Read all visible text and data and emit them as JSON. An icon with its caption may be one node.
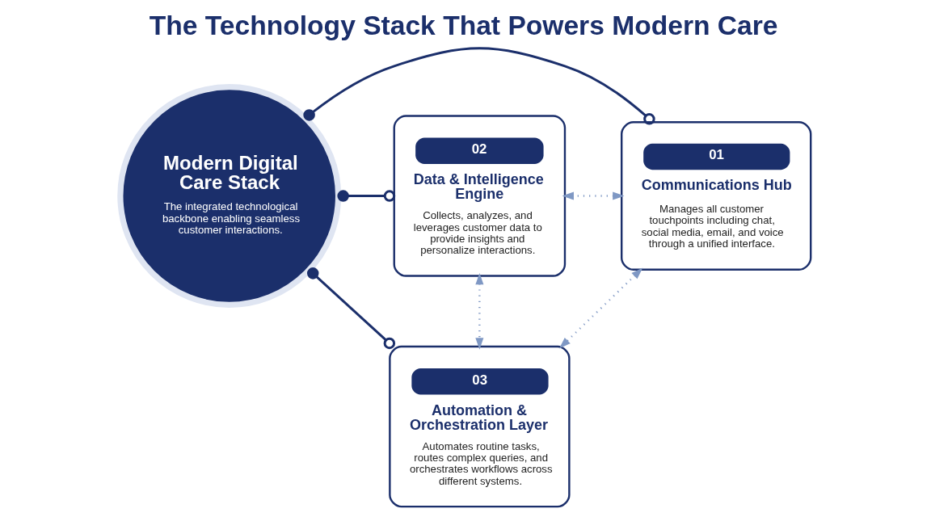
{
  "diagram": {
    "title": "The Technology Stack That Powers Modern Care",
    "nodes": [
      {
        "text": [
          "Modern Digital Care Stack",
          "The integrated technological backbone enabling seamless customer interactions."
        ]
      },
      {
        "text": [
          "01",
          "Communications Hub",
          "Manages all customer touchpoints including chat, social media, email, and voice through a unified interface."
        ]
      },
      {
        "text": [
          "02",
          "Data & Intelligence Engine",
          "Collects, analyzes, and leverages customer data to provide insights and personalize interactions."
        ]
      },
      {
        "text": [
          "03",
          "Automation & Orchestration Layer",
          "Automates routine tasks, routes complex queries, and orchestrates workflows across different systems."
        ]
      }
    ],
    "edges": [
      {
        "from": 0,
        "to": 1,
        "arrow": "other"
      },
      {
        "from": 0,
        "to": 2,
        "arrow": "other"
      },
      {
        "from": 0,
        "to": 3,
        "arrow": "other"
      },
      {
        "from": 1,
        "to": 2,
        "arrow": "both",
        "style": "dashed",
        "color": "#7f98c4"
      },
      {
        "from": 1,
        "to": 3,
        "arrow": "both",
        "style": "dashed",
        "color": "#7f98c4"
      },
      {
        "from": 2,
        "to": 3,
        "arrow": "both",
        "style": "dashed",
        "color": "#7f98c4"
      }
    ]
  }
}
